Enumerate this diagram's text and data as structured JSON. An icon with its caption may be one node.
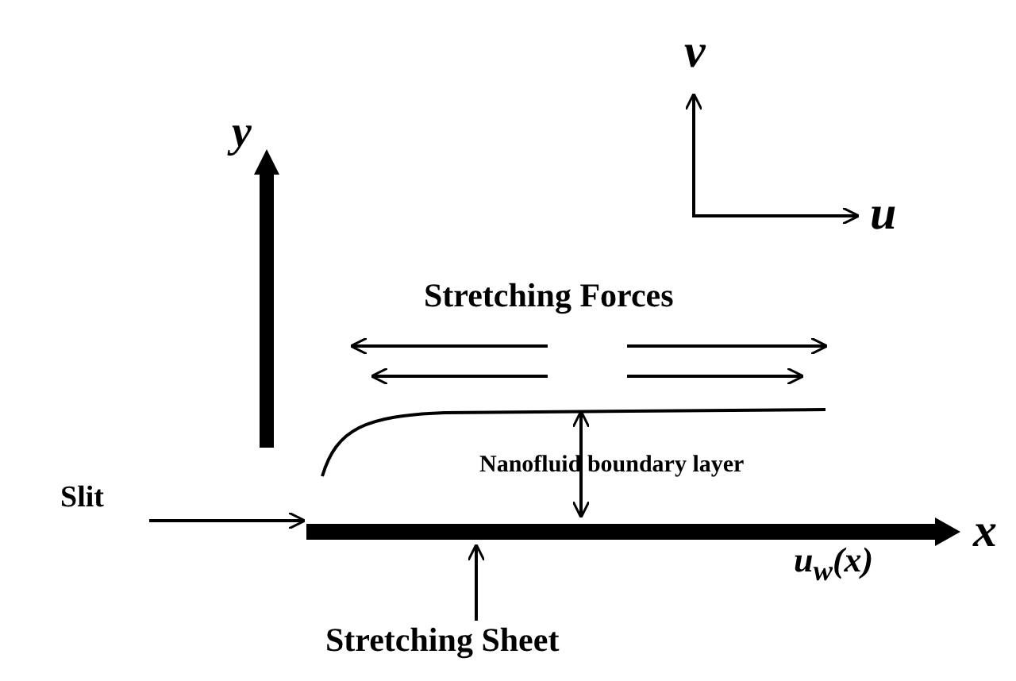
{
  "diagram": {
    "nodes": [
      {
        "text": [
          "Slit"
        ]
      },
      {
        "text": [],
        "shape": "bar",
        "beside": [
          "x",
          "u$_{w}$(x)"
        ]
      },
      {
        "text": [
          "Stretching Sheet"
        ]
      }
    ],
    "edges": [
      {
        "from": 0,
        "to": 1,
        "arrow": "to"
      },
      {
        "from": 2,
        "to": 1,
        "arrow": "to"
      }
    ],
    "labels": [
      "v",
      "y",
      "u",
      "Stretching Forces",
      "Nanofluid boundary layer"
    ]
  }
}
